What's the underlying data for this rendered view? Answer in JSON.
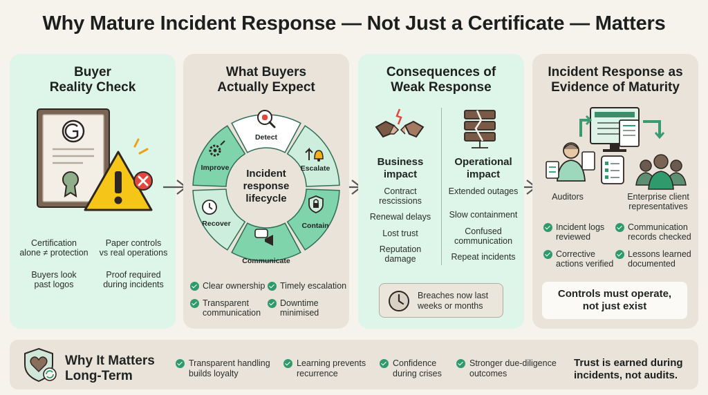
{
  "title": "Why Mature Incident Response — Not Just a Certificate — Matters",
  "panels": {
    "buyer": {
      "title_l1": "Buyer",
      "title_l2": "Reality Check",
      "points": [
        {
          "l1": "Certification",
          "l2": "alone ≠ protection"
        },
        {
          "l1": "Paper controls",
          "l2": "vs real operations"
        },
        {
          "l1": "Buyers look",
          "l2": "past logos"
        },
        {
          "l1": "Proof required",
          "l2": "during incidents"
        }
      ]
    },
    "expect": {
      "title_l1": "What Buyers",
      "title_l2": "Actually Expect",
      "center_l1": "Incident",
      "center_l2": "response",
      "center_l3": "lifecycle",
      "stages": [
        "Detect",
        "Escalate",
        "Contain",
        "Communicate",
        "Recover",
        "Improve"
      ],
      "checks": [
        {
          "l1": "Clear ownership",
          "l2": ""
        },
        {
          "l1": "Timely escalation",
          "l2": ""
        },
        {
          "l1": "Transparent",
          "l2": "communication"
        },
        {
          "l1": "Downtime",
          "l2": "minimised"
        }
      ]
    },
    "consequences": {
      "title_l1": "Consequences of",
      "title_l2": "Weak Response",
      "business": {
        "title_l1": "Business",
        "title_l2": "impact",
        "items": [
          {
            "l1": "Contract",
            "l2": "rescissions"
          },
          {
            "l1": "Renewal delays",
            "l2": ""
          },
          {
            "l1": "Lost trust",
            "l2": ""
          },
          {
            "l1": "Reputation",
            "l2": "damage"
          }
        ]
      },
      "operational": {
        "title_l1": "Operational",
        "title_l2": "impact",
        "items": [
          {
            "l1": "Extended outages",
            "l2": ""
          },
          {
            "l1": "Slow containment",
            "l2": ""
          },
          {
            "l1": "Confused",
            "l2": "communication"
          },
          {
            "l1": "Repeat incidents",
            "l2": ""
          }
        ]
      },
      "callout_l1": "Breaches now last",
      "callout_l2": "weeks or months"
    },
    "evidence": {
      "title_l1": "Incident Response as",
      "title_l2": "Evidence of Maturity",
      "auditors": "Auditors",
      "clients_l1": "Enterprise client",
      "clients_l2": "representatives",
      "checks": [
        {
          "l1": "Incident logs",
          "l2": "reviewed"
        },
        {
          "l1": "Communication",
          "l2": "records checked"
        },
        {
          "l1": "Corrective",
          "l2": "actions verified"
        },
        {
          "l1": "Lessons learned",
          "l2": "documented"
        }
      ],
      "callout_l1": "Controls must operate,",
      "callout_l2": "not just exist"
    }
  },
  "bottom": {
    "title_l1": "Why It Matters",
    "title_l2": "Long-Term",
    "items": [
      {
        "l1": "Transparent handling",
        "l2": "builds loyalty"
      },
      {
        "l1": "Learning prevents",
        "l2": "recurrence"
      },
      {
        "l1": "Confidence",
        "l2": "during crises"
      },
      {
        "l1": "Stronger due-diligence",
        "l2": "outcomes"
      }
    ],
    "trust_l1": "Trust is earned during",
    "trust_l2": "incidents, not audits."
  },
  "colors": {
    "accent_green": "#2f9a6c",
    "mint_panel": "#def5e9",
    "beige_panel": "#e9e3d9",
    "warning_yellow": "#f5c518",
    "error_red": "#e0473d"
  }
}
